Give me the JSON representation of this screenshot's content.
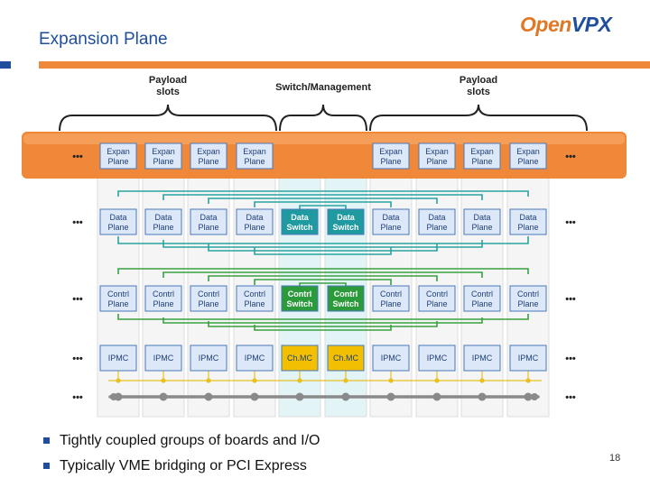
{
  "slide": {
    "title": "Expansion Plane",
    "logo": {
      "part1": "Open",
      "part2": "VPX"
    },
    "page_number": "18",
    "bullets": [
      "Tightly coupled groups of boards and I/O",
      "Typically VME bridging or PCI Express"
    ]
  },
  "diagram": {
    "headers": {
      "left": "Payload slots",
      "center": "Switch/Management",
      "right": "Payload slots"
    },
    "ellipsis": "•••",
    "rows": {
      "expan": {
        "label": "Expan Plane"
      },
      "data": {
        "labels": [
          "Data Plane",
          "Data Plane",
          "Data Plane",
          "Data Plane",
          "Data Switch",
          "Data Switch",
          "Data Plane",
          "Data Plane",
          "Data Plane",
          "Data Plane"
        ]
      },
      "ctrl": {
        "labels": [
          "Contrl Plane",
          "Contrl Plane",
          "Contrl Plane",
          "Contrl Plane",
          "Contrl Switch",
          "Contrl Switch",
          "Contrl Plane",
          "Contrl Plane",
          "Contrl Plane",
          "Contrl Plane"
        ]
      },
      "mgmt": {
        "labels": [
          "IPMC",
          "IPMC",
          "IPMC",
          "IPMC",
          "Ch.MC",
          "Ch.MC",
          "IPMC",
          "IPMC",
          "IPMC",
          "IPMC"
        ]
      }
    },
    "colors": {
      "band_orange": "#f0883a",
      "box_blue": "#dce8f7",
      "switch_teal": "#1e9aa0",
      "ctrl_switch_green": "#2a9a3a",
      "chmc_yellow": "#f2c000",
      "teal_lines": "#2aa3a0",
      "green_lines": "#3aa040",
      "bus_gray": "#8a8a8a",
      "bus_yellow": "#e8c020"
    }
  }
}
